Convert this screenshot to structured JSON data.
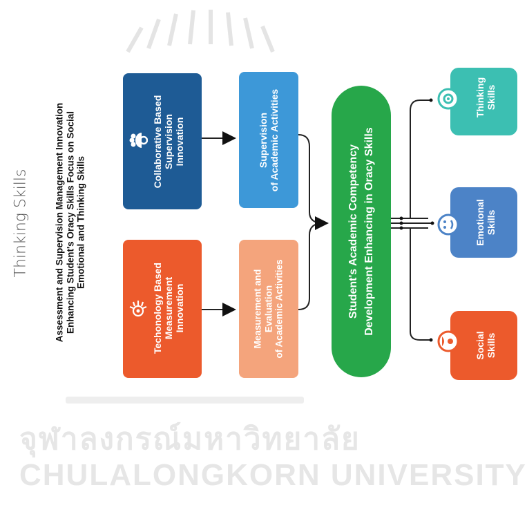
{
  "side_label": "Thinking Skills",
  "title": "Assessment and Supervision Management Innovation\nEnhancing Student's Oracy Skills Focus on Social\nEmotional and Thinking Skills",
  "innovations": [
    {
      "label": "Collaborative Based\nSupervision\nInnovation",
      "color": "#1e5b95",
      "icon": "team-gear-icon"
    },
    {
      "label": "Techonology Based\nMeasurement\nInnovation",
      "color": "#ec5a2c",
      "icon": "tech-gear-icon"
    }
  ],
  "activities": [
    {
      "label": "Supervision\nof Academic Activities",
      "color": "#3d98d8"
    },
    {
      "label": "Measurement and\nEvaluation\nof Academic Activities",
      "color": "#f4a47c"
    }
  ],
  "center": {
    "label": "Student's Academic Competency\nDevelopment Enhancing in Oracy Skills",
    "color": "#27a74a"
  },
  "skills": [
    {
      "label": "Thinking\nSkills",
      "color": "#3cbfb2",
      "icon": "thinking-gear-icon"
    },
    {
      "label": "Emotional\nSkills",
      "color": "#4c83c7",
      "icon": "emotion-face-icon"
    },
    {
      "label": "Social\nSkills",
      "color": "#ec5a2c",
      "icon": "social-person-icon"
    }
  ],
  "watermark": {
    "thai": "จุฬาลงกรณ์มหาวิทยาลัย",
    "english": "CHULALONGKORN UNIVERSITY"
  }
}
